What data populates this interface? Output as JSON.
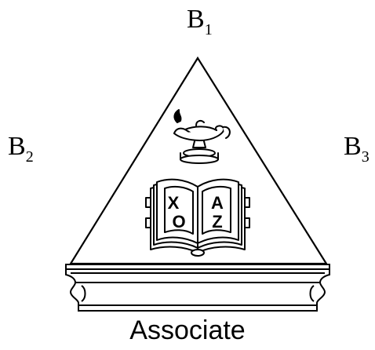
{
  "labels": {
    "b1": {
      "base": "B",
      "sub": "1"
    },
    "b2": {
      "base": "B",
      "sub": "2"
    },
    "b3": {
      "base": "B",
      "sub": "3"
    }
  },
  "caption": "Associate",
  "book_letters": {
    "left_top": "X",
    "left_bottom": "O",
    "right_top": "A",
    "right_bottom": "Z"
  },
  "icons": [
    "oil-lamp-icon",
    "open-book-icon"
  ]
}
